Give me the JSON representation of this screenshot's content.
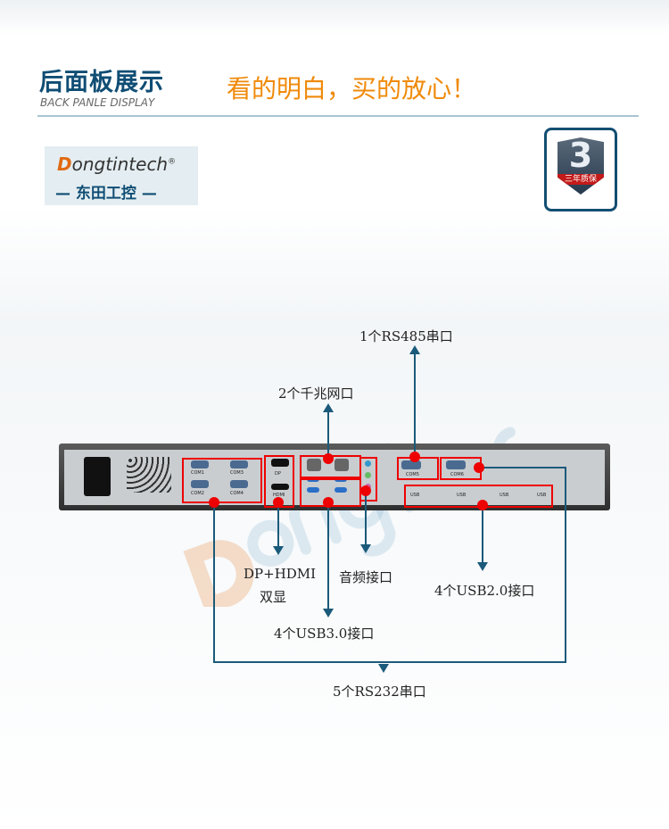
{
  "header": {
    "title": "后面板展示",
    "subtitle": "BACK PANLE DISPLAY",
    "slogan": "看的明白，买的放心！"
  },
  "logo": {
    "brand_first": "D",
    "brand_rest": "ongtintech",
    "registered": "®",
    "chinese": "— 东田工控 —"
  },
  "warranty_badge": {
    "number": "3",
    "text": "三年质保"
  },
  "watermark": "Dongtintech",
  "ports": {
    "com1": "COM1",
    "com3": "COM3",
    "com2": "COM2",
    "com4": "COM4",
    "dp": "DP",
    "hdmi": "HDMI",
    "com5": "COM5",
    "com6": "COM6",
    "usb": "USB"
  },
  "callouts": {
    "rs485": "1个RS485串口",
    "lan": "2个千兆网口",
    "dp_hdmi_1": "DP+HDMI",
    "dp_hdmi_2": "双显",
    "audio": "音频接口",
    "usb2": "4个USB2.0接口",
    "usb3": "4个USB3.0接口",
    "rs232": "5个RS232串口"
  },
  "colors": {
    "accent_blue": "#0f4d74",
    "accent_orange": "#f08a0a",
    "highlight_red": "#e00000",
    "line": "#1b5a7a"
  }
}
